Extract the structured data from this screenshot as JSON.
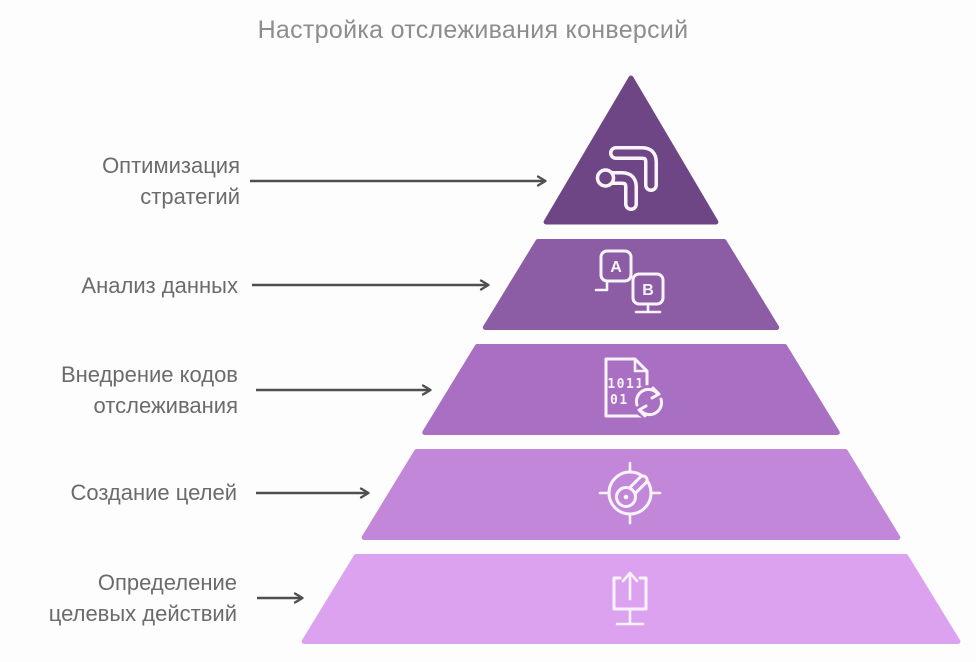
{
  "title": "Настройка отслеживания конверсий",
  "levels": [
    {
      "label": "Оптимизация\nстратегий",
      "icon": "strategy-optimization-icon",
      "color": "#6e4685"
    },
    {
      "label": "Анализ данных",
      "icon": "ab-test-monitors-icon",
      "color": "#8c5ca5"
    },
    {
      "label": "Внедрение кодов\nотслеживания",
      "icon": "binary-code-sync-icon",
      "color": "#a96fc2"
    },
    {
      "label": "Создание целей",
      "icon": "goal-target-icon",
      "color": "#c287d9"
    },
    {
      "label": "Определение\nцелевых действий",
      "icon": "upload-action-icon",
      "color": "#dca2f0"
    }
  ],
  "icon_text": {
    "ab_a": "A",
    "ab_b": "B",
    "binary_row1": "1011",
    "binary_row2": "01"
  },
  "colors": {
    "title_text": "#8d8d8d",
    "label_text": "#6b6b6b",
    "arrow": "#4f4f4f",
    "background": "#fdfdfe",
    "icon_stroke": "#f9f4fb"
  }
}
